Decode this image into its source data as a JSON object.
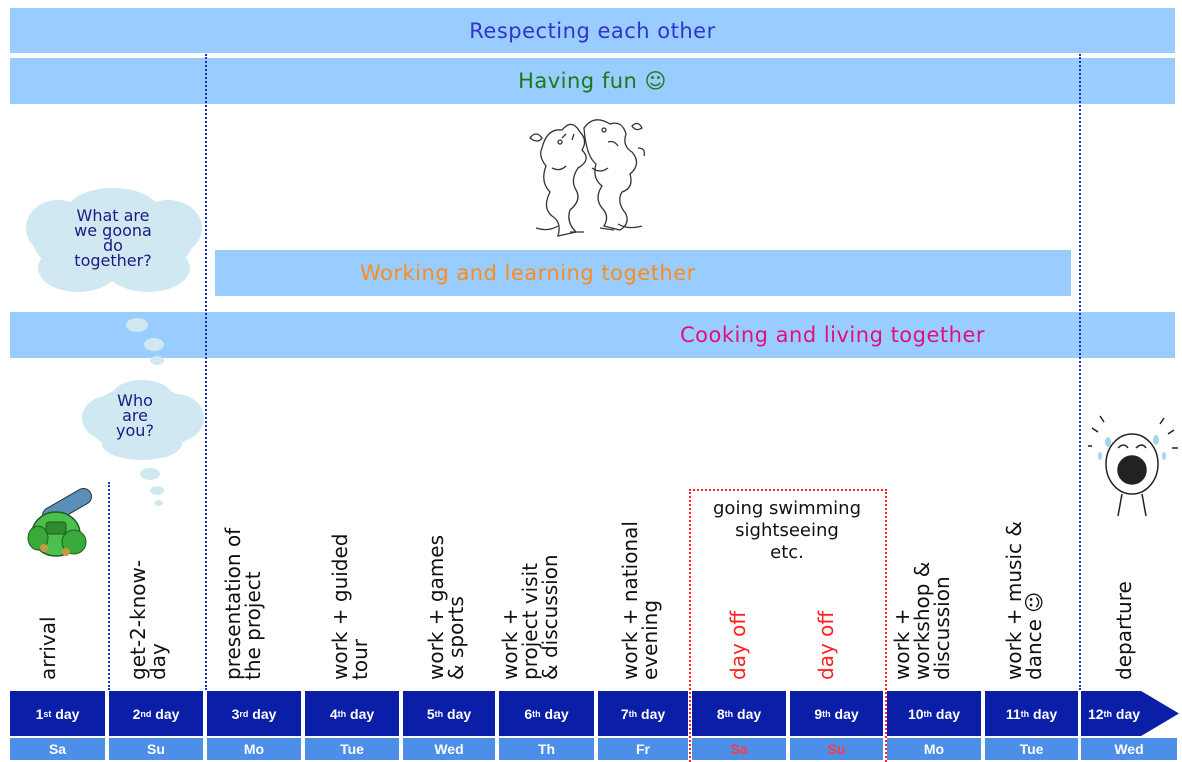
{
  "bands": {
    "respect": "Respecting each other",
    "fun": "Having fun ☺",
    "working": "Working and learning together",
    "cooking": "Cooking and living together"
  },
  "clouds": {
    "what": "What are\nwe goona\ndo\ntogether?",
    "who": "Who\nare\nyou?"
  },
  "activities": [
    "arrival",
    "get-2-know-\nday",
    "presentation of\nthe project",
    "work + guided\ntour",
    "work + games\n& sports",
    "work +\nproject visit\n& discussion",
    "work + national\nevening",
    "day off",
    "day off",
    "work +\nworkshop &\ndiscussion",
    "work + music &\ndance ☺",
    "departure"
  ],
  "swim_note": "going swimming\nsightseeing\netc.",
  "days": [
    {
      "num": "1",
      "sup": "st",
      "label": "day",
      "weekday": "Sa"
    },
    {
      "num": "2",
      "sup": "nd",
      "label": "day",
      "weekday": "Su"
    },
    {
      "num": "3",
      "sup": "rd",
      "label": "day",
      "weekday": "Mo"
    },
    {
      "num": "4",
      "sup": "th",
      "label": "day",
      "weekday": "Tue"
    },
    {
      "num": "5",
      "sup": "th",
      "label": "day",
      "weekday": "Wed"
    },
    {
      "num": "6",
      "sup": "th",
      "label": "day",
      "weekday": "Th"
    },
    {
      "num": "7",
      "sup": "th",
      "label": "day",
      "weekday": "Fr"
    },
    {
      "num": "8",
      "sup": "th",
      "label": "day",
      "weekday": "Sa"
    },
    {
      "num": "9",
      "sup": "th",
      "label": "day",
      "weekday": "Su"
    },
    {
      "num": "10",
      "sup": "th",
      "label": "day",
      "weekday": "Mo"
    },
    {
      "num": "11",
      "sup": "th",
      "label": "day",
      "weekday": "Tue"
    },
    {
      "num": "12",
      "sup": "th",
      "label": "day",
      "weekday": "Wed"
    }
  ],
  "colors": {
    "band": "#99ccff",
    "respect_text": "#3333cc",
    "fun_text": "#1a7a1a",
    "working_text": "#ff8c1a",
    "cooking_text": "#e0117f",
    "day_bar": "#0a1ea8",
    "weekday_bar": "#4d8fe8",
    "off_red": "#ff2222"
  },
  "icons": [
    "backpack-icon",
    "dancing-dogs-drawing",
    "crying-face-drawing",
    "thought-cloud-icon"
  ]
}
